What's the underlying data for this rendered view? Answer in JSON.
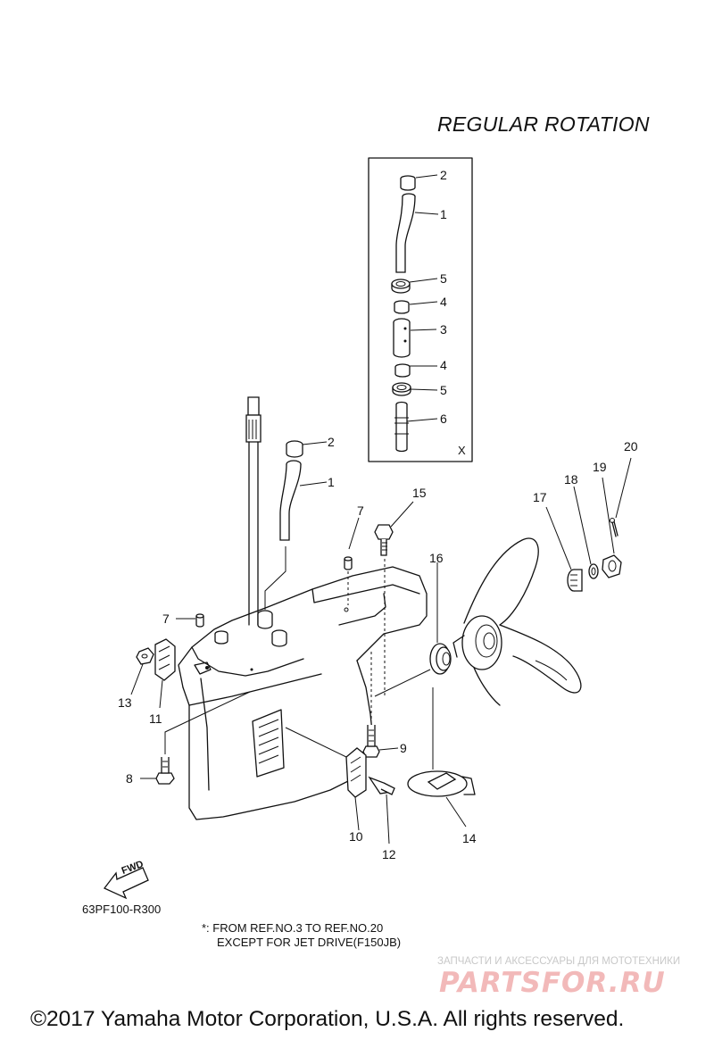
{
  "title": "REGULAR ROTATION",
  "inset_label": "X",
  "callouts": [
    "1",
    "2",
    "3",
    "4",
    "5",
    "6",
    "7",
    "8",
    "9",
    "10",
    "11",
    "12",
    "13",
    "14",
    "15",
    "16",
    "17",
    "18",
    "19",
    "20"
  ],
  "drawing_code": "63PF100-R300",
  "note_line1": "*: FROM REF.NO.3 TO REF.NO.20",
  "note_line2": "EXCEPT FOR JET DRIVE(F150JB)",
  "fwd_label": "FWD",
  "watermark_caption": "ЗАПЧАСТИ И АКСЕССУАРЫ ДЛЯ МОТОТЕХНИКИ",
  "watermark_logo": "PARTSFOR.RU",
  "copyright": "©2017 Yamaha Motor Corporation, U.S.A. All rights reserved."
}
